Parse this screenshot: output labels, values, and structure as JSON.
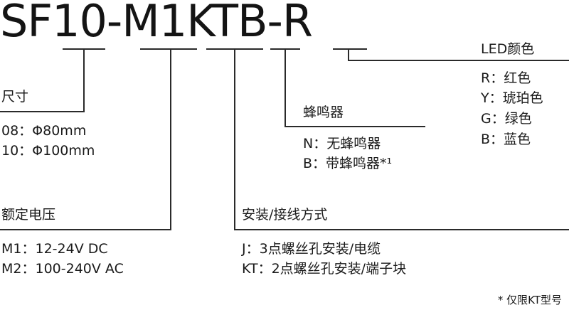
{
  "model_code": "SF10-M1KTB-R",
  "size": {
    "title": "尺寸",
    "options": [
      "08：Φ80mm",
      "10：Φ100mm"
    ]
  },
  "voltage": {
    "title": "额定电压",
    "options": [
      "M1：12-24V DC",
      "M2：100-240V AC"
    ]
  },
  "mounting": {
    "title": "安装/接线方式",
    "options": [
      "J：3点螺丝孔安装/电缆",
      "KT：2点螺丝孔安装/端子块"
    ]
  },
  "buzzer": {
    "title": "蜂鸣器",
    "options": [
      "N：无蜂鸣器",
      "B：带蜂鸣器*¹"
    ]
  },
  "led_color": {
    "title": "LED颜色",
    "options": [
      "R：红色",
      "Y：琥珀色",
      "G：绿色",
      "B：蓝色"
    ]
  },
  "footnote": "* 仅限KT型号"
}
